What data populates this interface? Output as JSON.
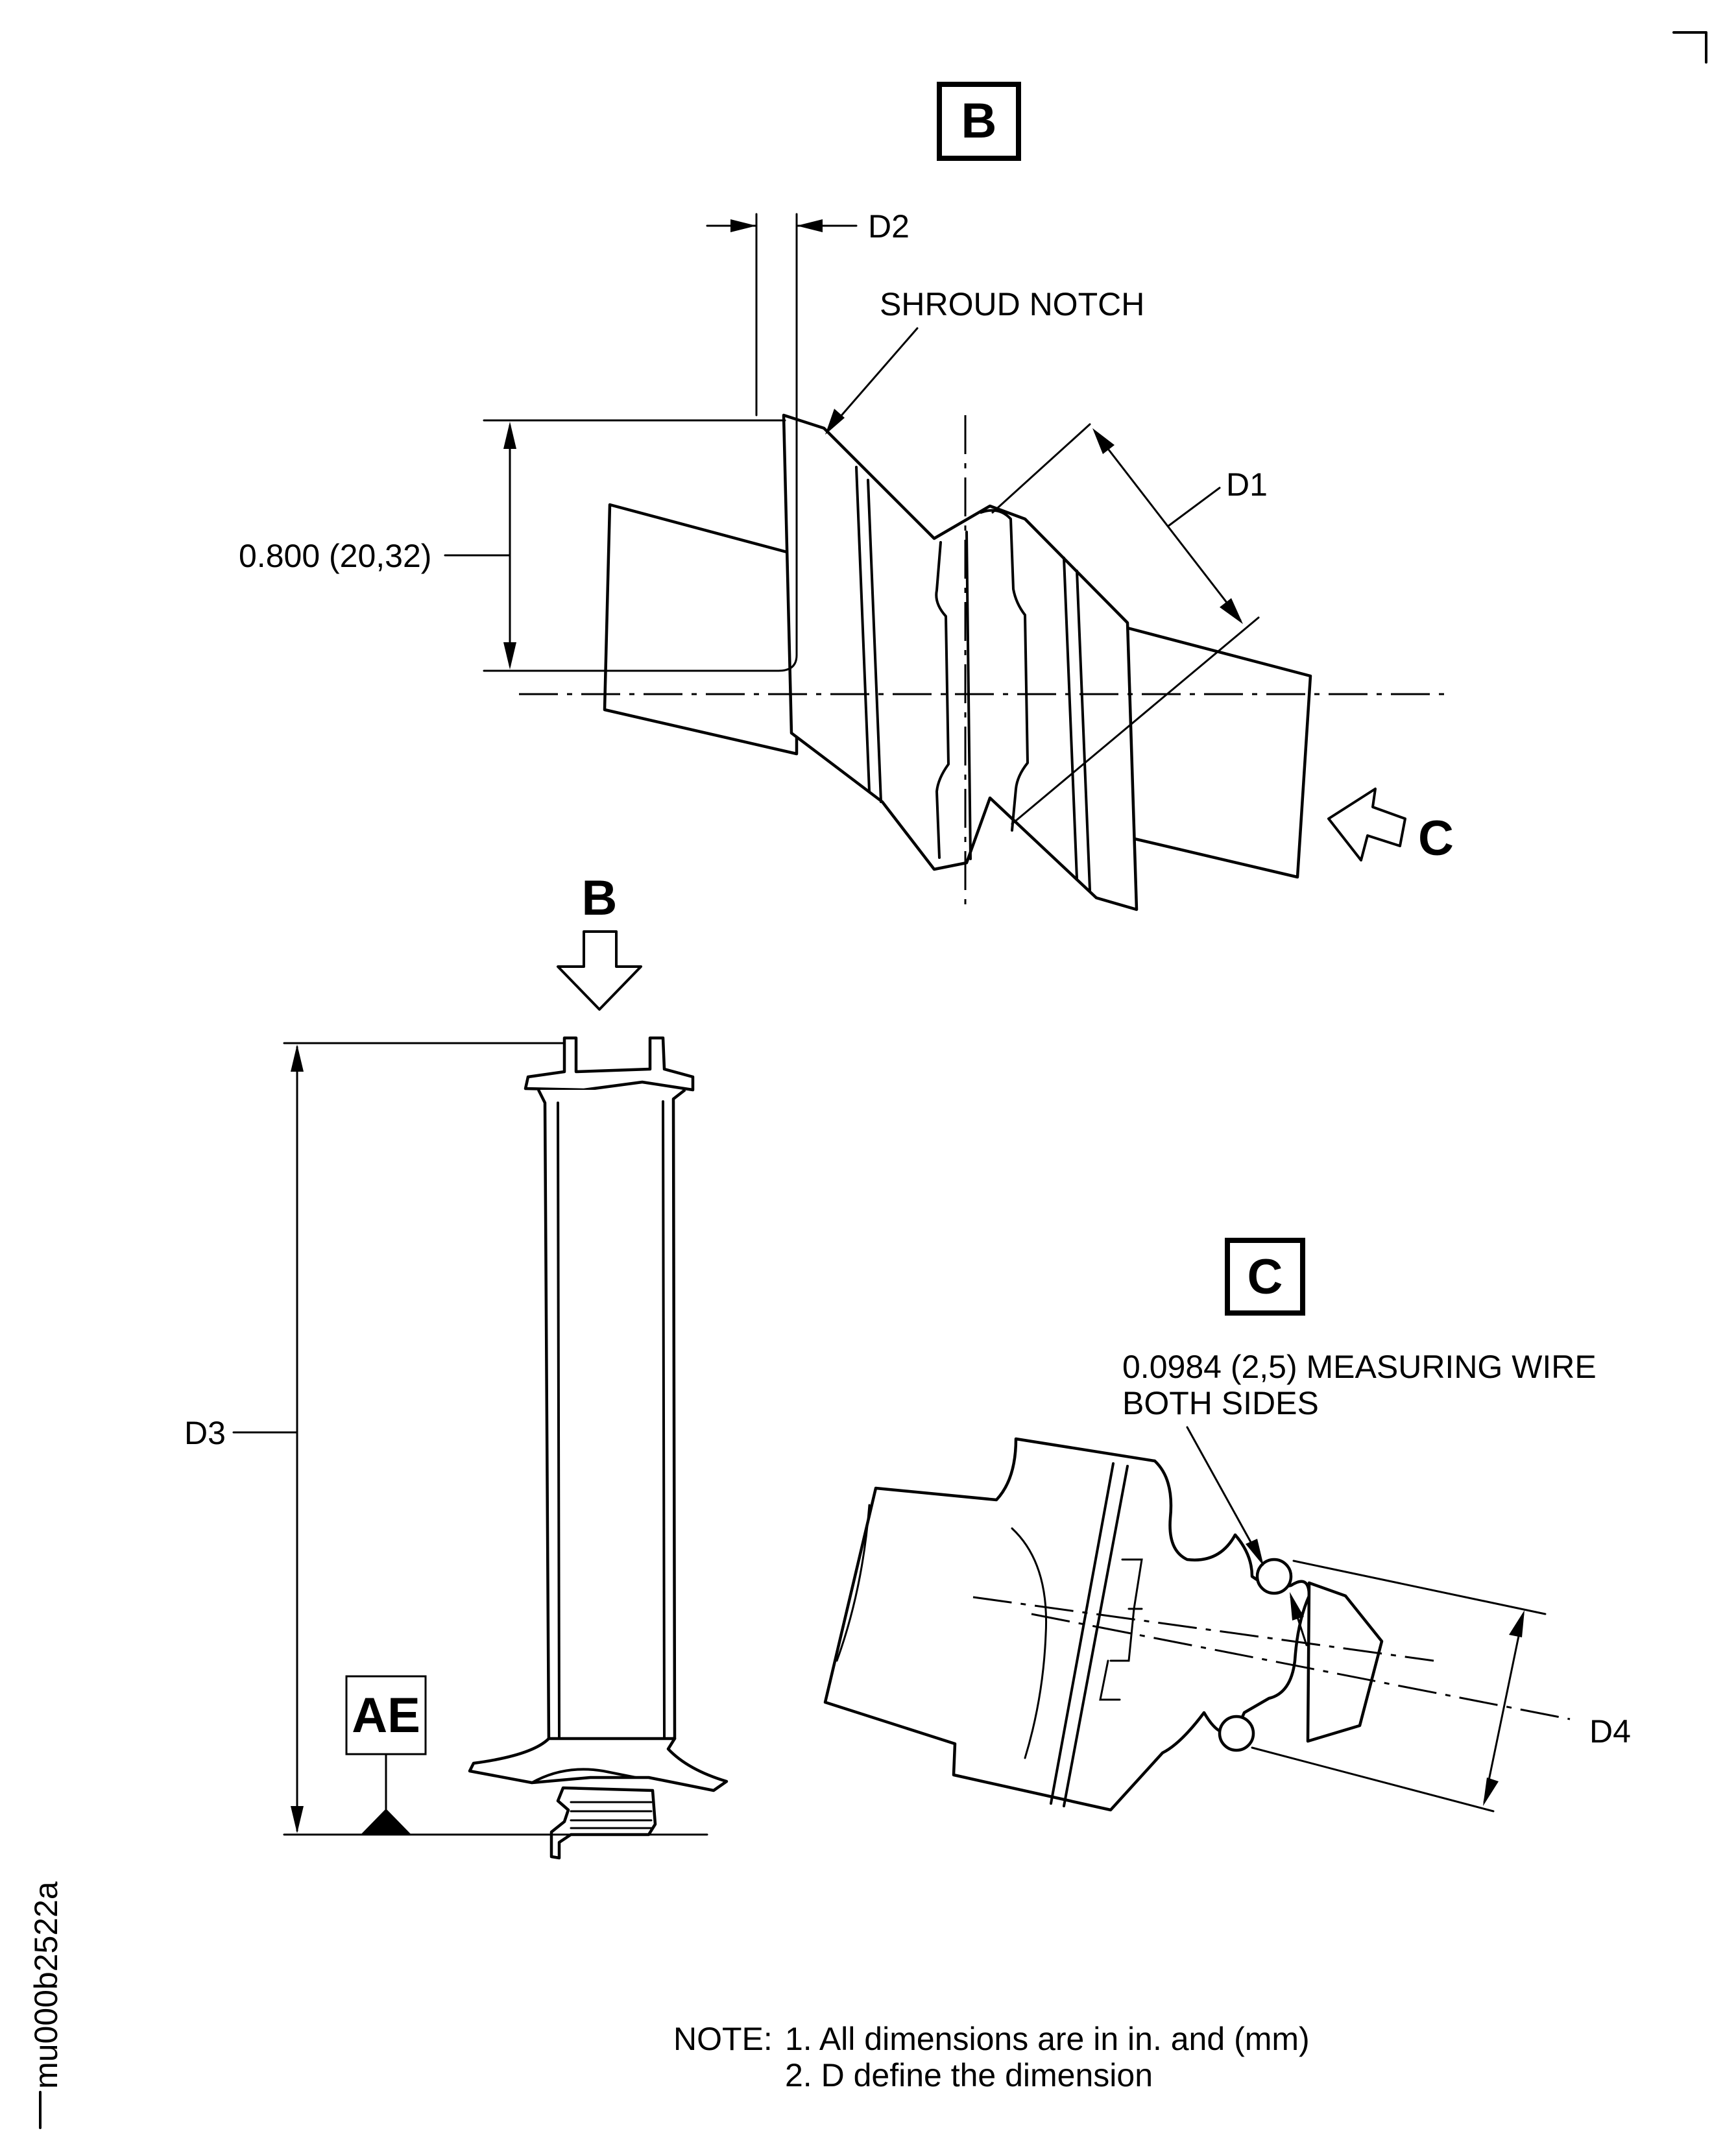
{
  "views": {
    "b_title": "B",
    "c_title": "C",
    "b_arrow_label": "B",
    "c_arrow_label": "C"
  },
  "labels": {
    "d1": "D1",
    "d2": "D2",
    "d3": "D3",
    "d4": "D4",
    "shroud_notch": "SHROUD NOTCH",
    "dim_0800": "0.800  (20,32)",
    "wire_line1": "0.0984  (2,5)  MEASURING WIRE",
    "wire_line2": "BOTH SIDES",
    "datum": "AE"
  },
  "notes": {
    "prefix": "NOTE:",
    "line1": "1.  All dimensions are in in.  and (mm)",
    "line2": "2.  D define the dimension"
  },
  "figure_id": "mu000b2522a"
}
